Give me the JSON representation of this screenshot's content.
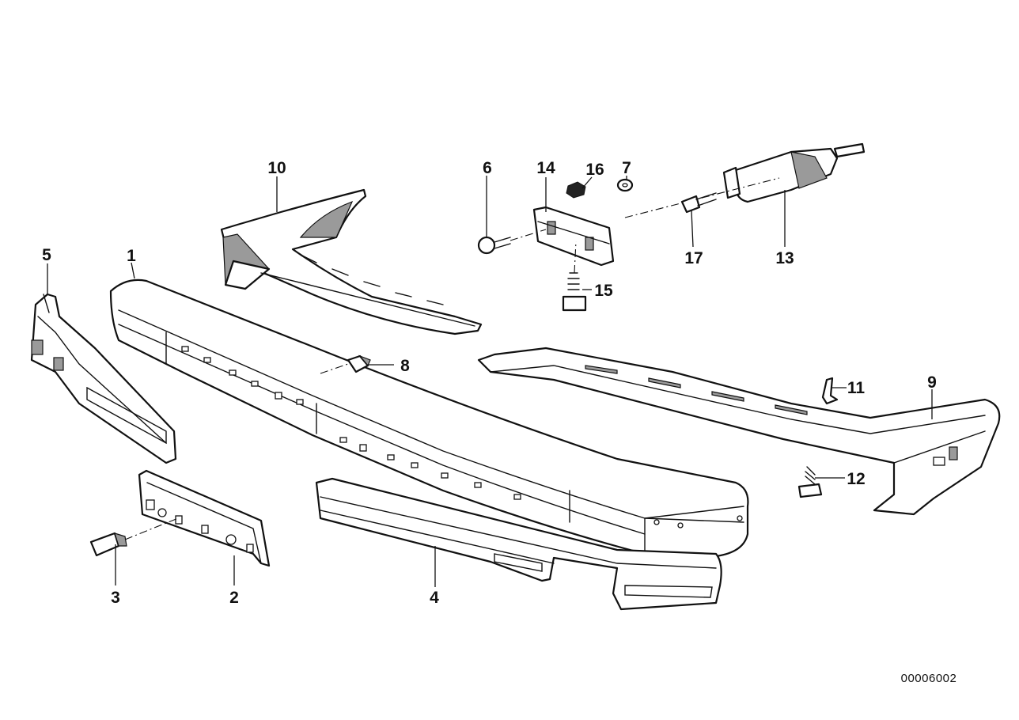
{
  "diagram": {
    "callouts": [
      "1",
      "2",
      "3",
      "4",
      "5",
      "6",
      "7",
      "8",
      "9",
      "10",
      "11",
      "12",
      "13",
      "14",
      "15",
      "16",
      "17"
    ],
    "document_number": "00006002"
  }
}
